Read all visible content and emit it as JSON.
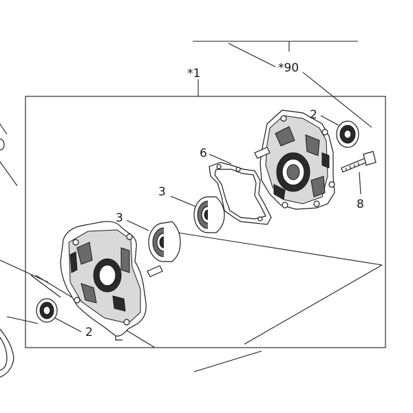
{
  "callouts": {
    "assembly_90": "*90",
    "assembly_1": "*1",
    "seal_upper": "2",
    "seal_lower": "2",
    "gasket": "6",
    "bearing_upper": "3",
    "bearing_lower": "3",
    "bolt": "8"
  }
}
